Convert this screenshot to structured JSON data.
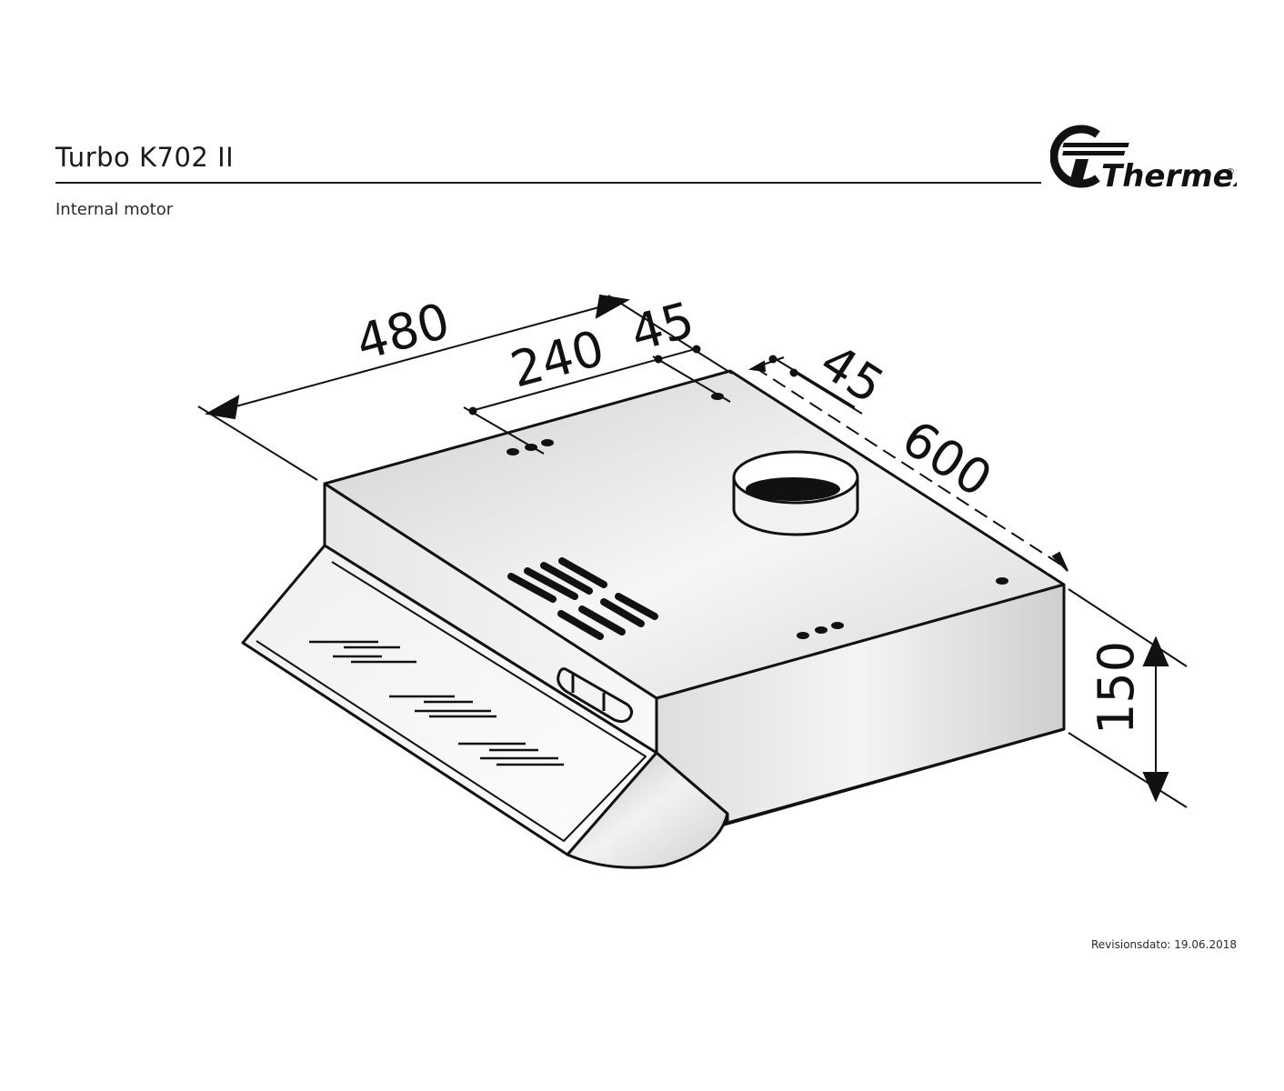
{
  "header": {
    "title": "Turbo K702 II",
    "subtitle": "Internal motor"
  },
  "logo": {
    "brand_text": "Thermex",
    "registered_mark": "®"
  },
  "dimensions": {
    "width": "480",
    "hole_spacing": "240",
    "offset_top": "45",
    "offset_side": "45",
    "depth": "600",
    "height": "150"
  },
  "footer": {
    "revision": "Revisionsdato: 19.06.2018"
  }
}
